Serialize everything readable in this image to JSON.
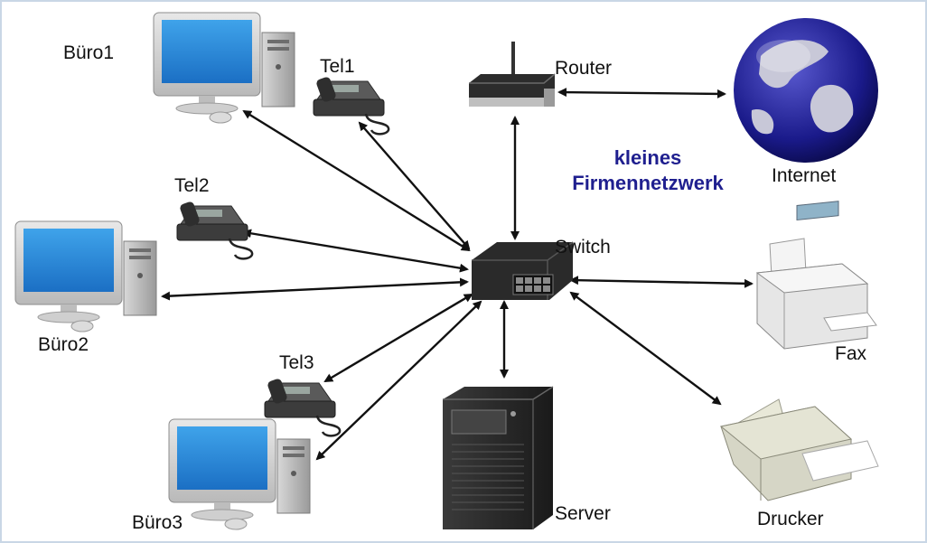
{
  "diagram": {
    "title_line1": "kleines",
    "title_line2": "Firmennetzwerk",
    "title_color": "#1f1f8f",
    "nodes": {
      "buero1": "Büro1",
      "buero2": "Büro2",
      "buero3": "Büro3",
      "tel1": "Tel1",
      "tel2": "Tel2",
      "tel3": "Tel3",
      "router": "Router",
      "internet": "Internet",
      "switch": "Switch",
      "fax": "Fax",
      "server": "Server",
      "drucker": "Drucker"
    },
    "connections": [
      [
        "switch",
        "buero1"
      ],
      [
        "switch",
        "tel1"
      ],
      [
        "switch",
        "tel2"
      ],
      [
        "switch",
        "buero2"
      ],
      [
        "switch",
        "tel3"
      ],
      [
        "switch",
        "buero3"
      ],
      [
        "switch",
        "router"
      ],
      [
        "router",
        "internet"
      ],
      [
        "switch",
        "fax"
      ],
      [
        "switch",
        "server"
      ],
      [
        "switch",
        "drucker"
      ]
    ]
  }
}
